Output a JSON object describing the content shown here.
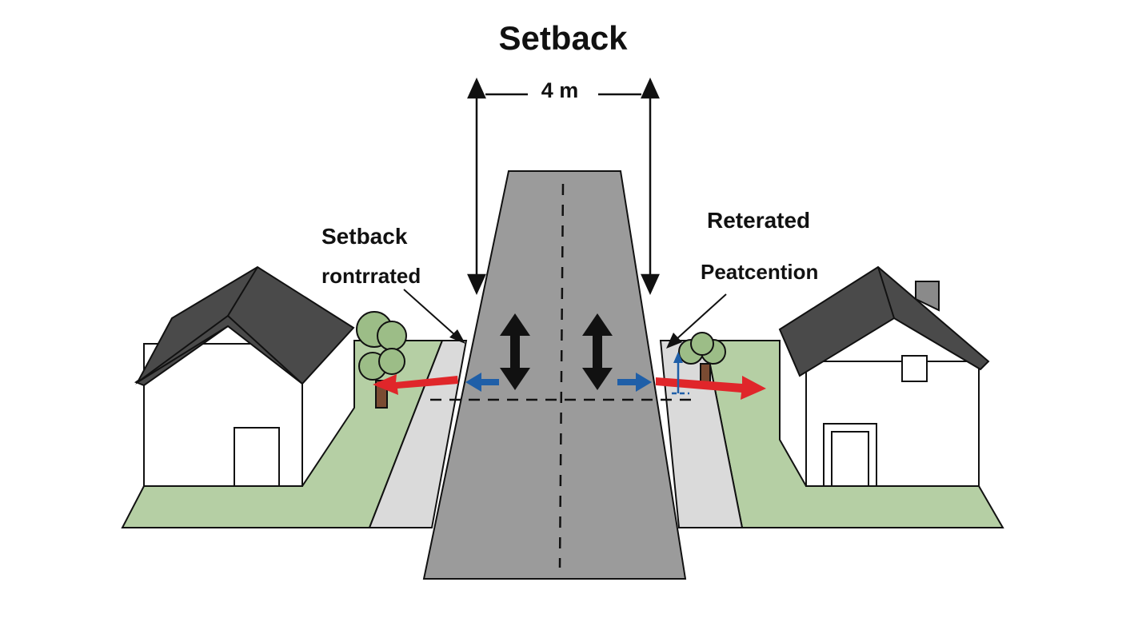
{
  "title": "Setback",
  "dimension_label": "4 m",
  "left_label": {
    "line1": "Setback",
    "line2": "rontrrated"
  },
  "right_label": {
    "line1": "Reterated",
    "line2": "Peatcention"
  },
  "colors": {
    "road": "#9b9b9b",
    "sidewalk": "#dadada",
    "lawn": "#b5cfa4",
    "roof": "#4a4a4a",
    "house": "#ffffff",
    "tree": "#9cbd87",
    "trunk": "#7a4b32",
    "red_arrow": "#e0262a",
    "blue_arrow": "#1f5fa8",
    "black": "#111111"
  }
}
